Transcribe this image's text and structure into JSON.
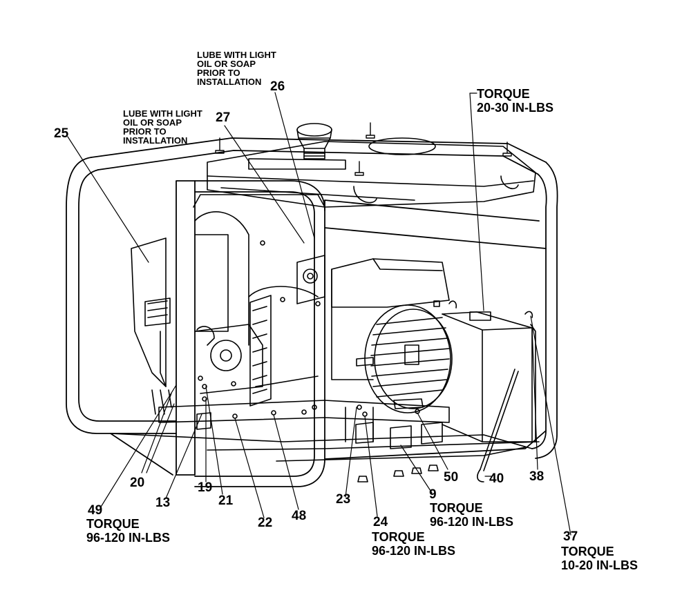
{
  "notes": {
    "lube_26": "LUBE WITH LIGHT\nOIL OR SOAP\nPRIOR TO\nINSTALLATION",
    "lube_27": "LUBE WITH LIGHT\nOIL OR SOAP\nPRIOR TO\nINSTALLATION",
    "torque_battery": "TORQUE\n20-30 IN-LBS",
    "torque_49": "TORQUE\n96-120 IN-LBS",
    "torque_9": "TORQUE\n96-120 IN-LBS",
    "torque_24": "TORQUE\n96-120 IN-LBS",
    "torque_37": "TORQUE\n10-20 IN-LBS"
  },
  "callouts": {
    "p25": "25",
    "p26": "26",
    "p27": "27",
    "p20": "20",
    "p49": "49",
    "p13": "13",
    "p19": "19",
    "p21": "21",
    "p22": "22",
    "p48": "48",
    "p23": "23",
    "p24": "24",
    "p9": "9",
    "p50": "50",
    "p40": "40",
    "p38": "38",
    "p37": "37"
  }
}
